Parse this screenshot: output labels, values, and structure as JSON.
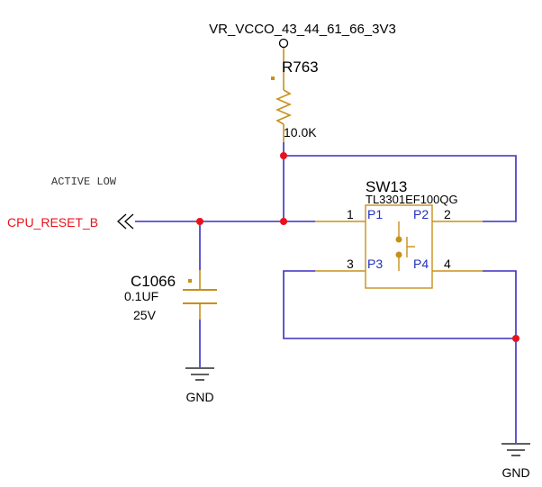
{
  "colors": {
    "wire": "#3a2fbf",
    "component": "#c8901a",
    "junction": "#e8121b",
    "net_label": "#e8121b",
    "pin_label": "#2030c0",
    "text": "#000000"
  },
  "power": {
    "net_name": "VR_VCCO_43_44_61_66_3V3"
  },
  "resistor": {
    "refdes": "R763",
    "value": "10.0K"
  },
  "switch": {
    "refdes": "SW13",
    "part": "TL3301EF100QG",
    "pins": [
      {
        "number": "1",
        "name": "P1"
      },
      {
        "number": "2",
        "name": "P2"
      },
      {
        "number": "3",
        "name": "P3"
      },
      {
        "number": "4",
        "name": "P4"
      }
    ]
  },
  "capacitor": {
    "refdes": "C1066",
    "value": "0.1UF",
    "voltage": "25V"
  },
  "net": {
    "reset_label": "CPU_RESET_B",
    "note": "ACTIVE LOW"
  },
  "grounds": [
    {
      "label": "GND"
    },
    {
      "label": "GND"
    }
  ]
}
